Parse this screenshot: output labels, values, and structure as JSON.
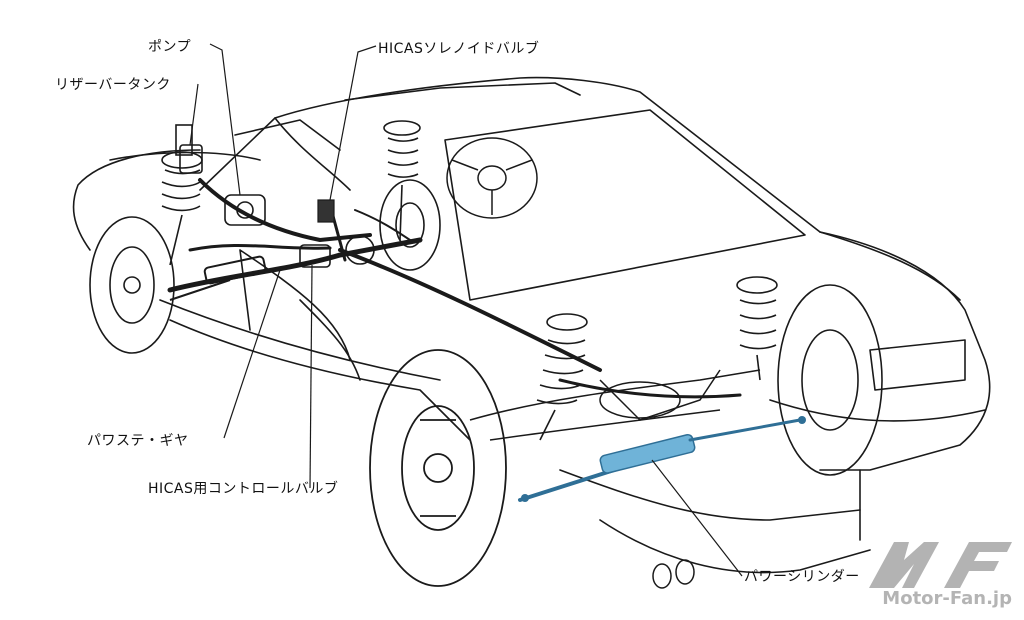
{
  "labels": {
    "pump": "ポンプ",
    "reservoir_tank": "リザーバータンク",
    "hicas_solenoid_valve": "HICASソレノイドバルブ",
    "power_steering_gear": "パワステ・ギヤ",
    "hicas_control_valve": "HICAS用コントロールバルブ",
    "power_cylinder": "パワーシリンダー"
  },
  "watermark": {
    "logo_letters": "MF",
    "site": "Motor-Fan.jp"
  },
  "colors": {
    "line": "#1a1a1a",
    "cylinder": "#6fb3d8",
    "cylinder_dark": "#2f6f96",
    "watermark": "#a6a6a6"
  }
}
